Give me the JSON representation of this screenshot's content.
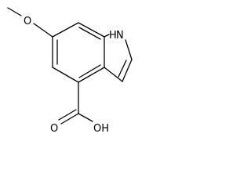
{
  "molecule": {
    "atom_labels": {
      "methoxy_oxygen": "O",
      "nitrogen": "H",
      "nitrogen_n": "N",
      "carbonyl_oxygen": "O",
      "hydroxyl": "OH"
    }
  }
}
